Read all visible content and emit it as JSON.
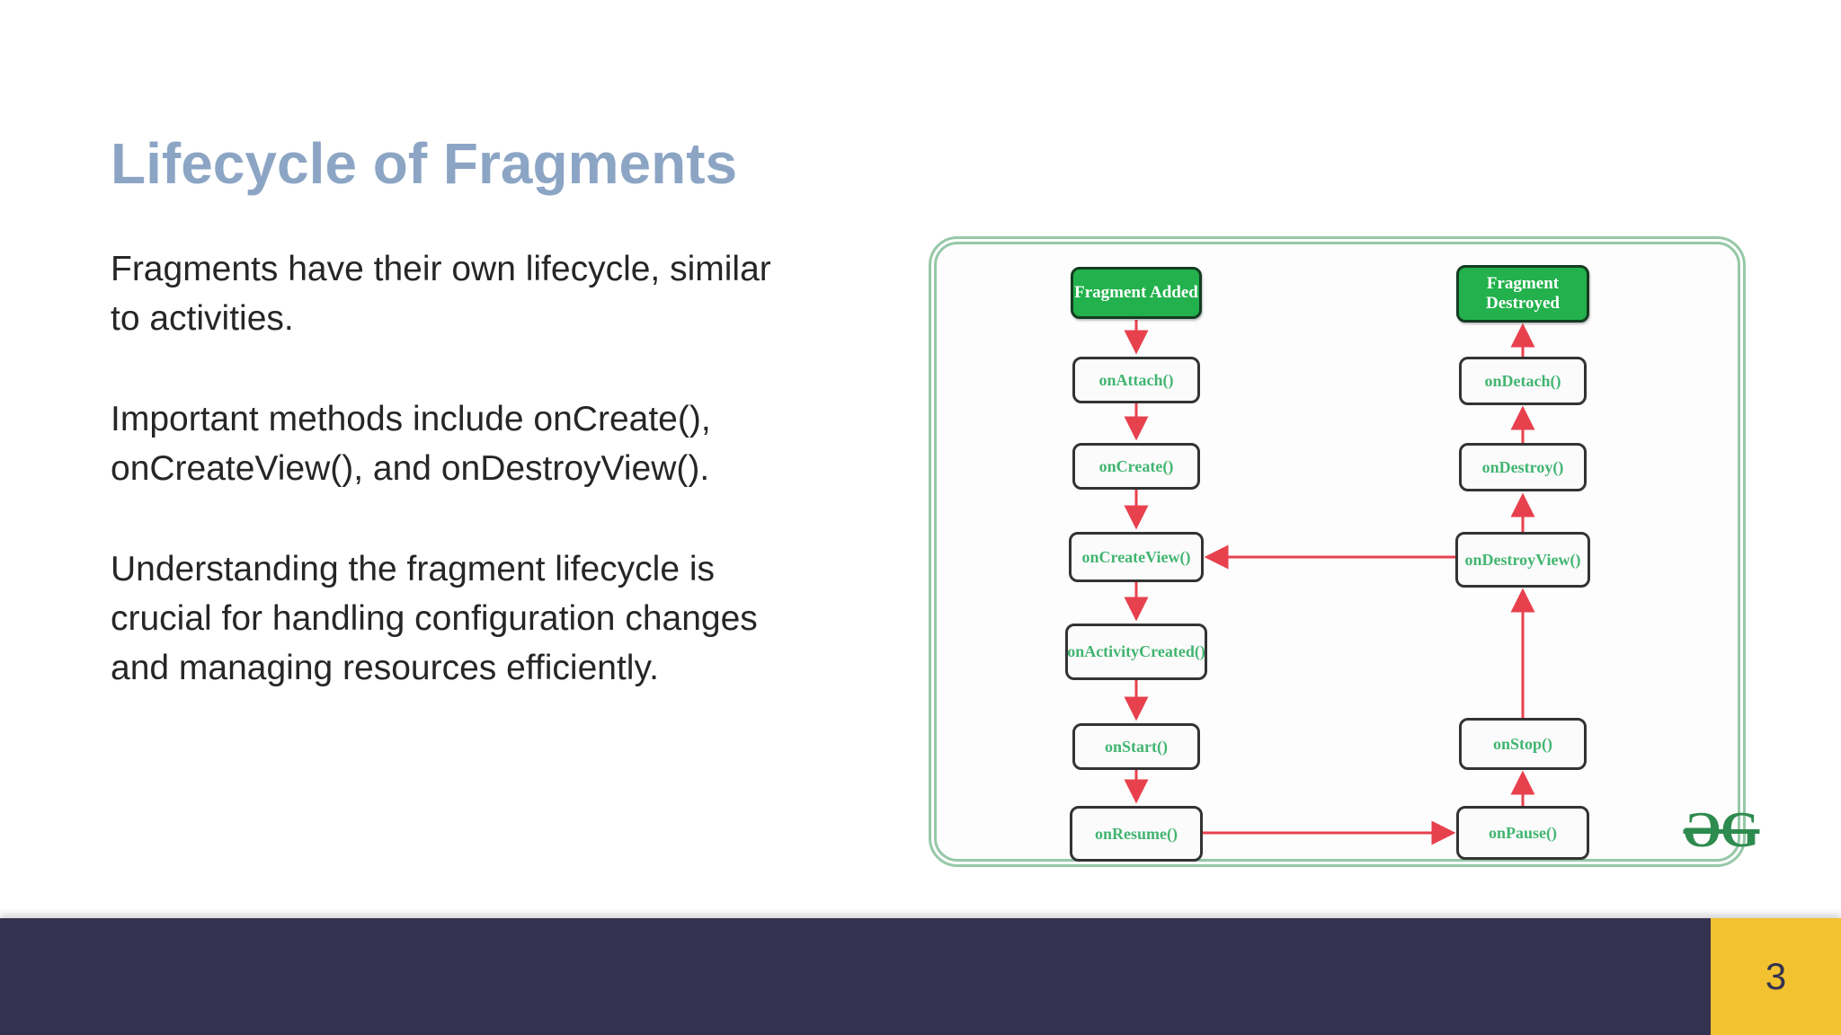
{
  "slide": {
    "title": "Lifecycle of Fragments",
    "paragraphs": {
      "p1": "Fragments have their own lifecycle, similar\nto activities.",
      "p2": "Important methods include onCreate(),\nonCreateView(), and onDestroyView().",
      "p3": "Understanding the fragment lifecycle is\ncrucial for handling configuration changes\nand managing resources efficiently."
    },
    "page_number": "3"
  },
  "diagram": {
    "left_column": [
      {
        "label": "Fragment Added",
        "type": "state"
      },
      {
        "label": "onAttach()",
        "type": "method"
      },
      {
        "label": "onCreate()",
        "type": "method"
      },
      {
        "label": "onCreateView()",
        "type": "method"
      },
      {
        "label": "onActivityCreated()",
        "type": "method"
      },
      {
        "label": "onStart()",
        "type": "method"
      },
      {
        "label": "onResume()",
        "type": "method"
      }
    ],
    "right_column": [
      {
        "label": "Fragment\nDestroyed",
        "type": "state"
      },
      {
        "label": "onDetach()",
        "type": "method"
      },
      {
        "label": "onDestroy()",
        "type": "method"
      },
      {
        "label": "onDestroyView()",
        "type": "method"
      },
      {
        "label": "onStop()",
        "type": "method"
      },
      {
        "label": "onPause()",
        "type": "method"
      }
    ],
    "flows": [
      "Fragment Added -> onAttach()",
      "onAttach() -> onCreate()",
      "onCreate() -> onCreateView()",
      "onCreateView() -> onActivityCreated()",
      "onActivityCreated() -> onStart()",
      "onStart() -> onResume()",
      "onResume() -> onPause()",
      "onPause() -> onStop()",
      "onStop() -> onDestroyView()",
      "onDestroyView() -> onCreateView()",
      "onDestroyView() -> onDestroy()",
      "onDestroy() -> onDetach()",
      "onDetach() -> Fragment Destroyed"
    ],
    "logo_text": "ƏG"
  },
  "colors": {
    "title": "#8ca5c4",
    "body_text": "#262626",
    "state_box_fill": "#22b14c",
    "state_box_border": "#143c22",
    "method_box_border": "#333333",
    "method_text_green": "#41b571",
    "arrow_red": "#e8414e",
    "frame_border_green": "#96c8a7",
    "footer_navy": "#34334f",
    "page_badge_yellow": "#f2c230",
    "logo_green": "#2e8b4f"
  }
}
